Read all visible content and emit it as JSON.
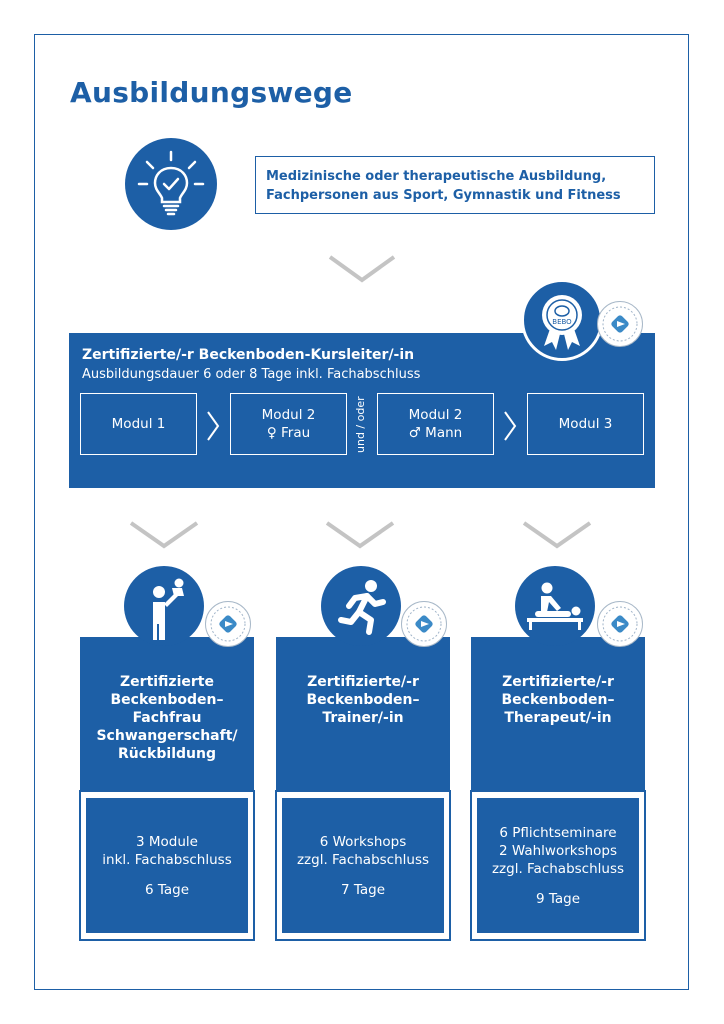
{
  "title": "Ausbildungswege",
  "prerequisite": {
    "line1": "Medizinische oder therapeutische Ausbildung,",
    "line2": "Fachpersonen aus Sport, Gymnastik und Fitness"
  },
  "kursleiter": {
    "title": "Zertifizierte/-r Beckenboden-Kursleiter/-in",
    "subtitle": "Ausbildungsdauer 6 oder 8 Tage inkl. Fachabschluss",
    "modules": [
      {
        "line1": "Modul 1",
        "line2": ""
      },
      {
        "line1": "Modul 2",
        "line2": "♀ Frau"
      },
      {
        "line1": "Modul 2",
        "line2": "♂ Mann"
      },
      {
        "line1": "Modul 3",
        "line2": ""
      }
    ],
    "connector": "und / oder",
    "badge_text": "BEBO"
  },
  "paths": [
    {
      "icon": "mother-child-icon",
      "title_lines": [
        "Zertifizierte",
        "Beckenboden–",
        "Fachfrau",
        "Schwangerschaft/",
        "Rückbildung"
      ],
      "details": [
        "3 Module",
        "inkl. Fachabschluss"
      ],
      "duration": "6 Tage"
    },
    {
      "icon": "runner-icon",
      "title_lines": [
        "Zertifizierte/-r",
        "Beckenboden–",
        "Trainer/-in"
      ],
      "details": [
        "6 Workshops",
        "zzgl. Fachabschluss"
      ],
      "duration": "7 Tage"
    },
    {
      "icon": "massage-therapy-icon",
      "title_lines": [
        "Zertifizierte/-r",
        "Beckenboden–",
        "Therapeut/-in"
      ],
      "details": [
        "6 Pflichtseminare",
        "2 Wahlworkshops",
        "zzgl. Fachabschluss"
      ],
      "duration": "9 Tage"
    }
  ],
  "colors": {
    "primary": "#1d5fa6",
    "chevron": "#c4c4c4",
    "background": "#ffffff"
  }
}
